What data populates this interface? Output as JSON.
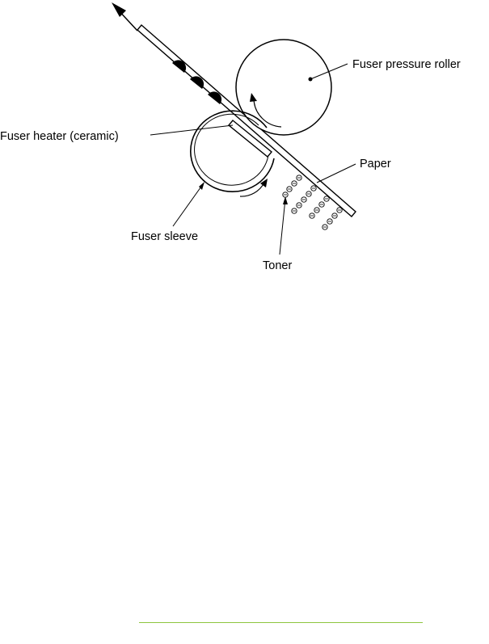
{
  "labels": {
    "pressure_roller": "Fuser pressure roller",
    "heater": "Fuser heater (ceramic)",
    "paper": "Paper",
    "sleeve": "Fuser sleeve",
    "toner": "Toner"
  },
  "colors": {
    "line": "#000000",
    "footer_rule": "#8dc63f"
  }
}
